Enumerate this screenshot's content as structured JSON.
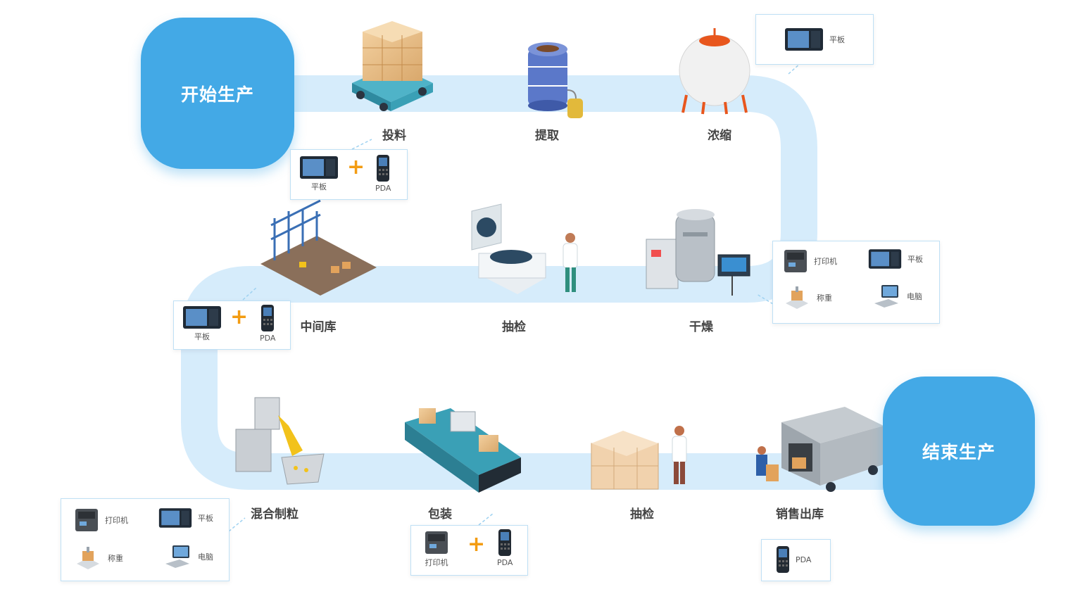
{
  "start": {
    "label": "开始生产"
  },
  "end": {
    "label": "结束生产"
  },
  "steps": {
    "feeding": "投料",
    "extraction": "提取",
    "concentration": "浓缩",
    "drying": "干燥",
    "sampling1": "抽检",
    "intermediate_store": "中间库",
    "mix_granulate": "混合制粒",
    "packaging": "包装",
    "sampling2": "抽检",
    "sales_outbound": "销售出库"
  },
  "devices": {
    "feeding": {
      "tablet": "平板",
      "pda": "PDA"
    },
    "concentration": {
      "tablet": "平板"
    },
    "drying": {
      "printer": "打印机",
      "tablet": "平板",
      "scale": "称重",
      "computer": "电脑"
    },
    "intermediate_store": {
      "tablet": "平板",
      "pda": "PDA"
    },
    "mix_granulate": {
      "printer": "打印机",
      "tablet": "平板",
      "scale": "称重",
      "computer": "电脑"
    },
    "packaging": {
      "printer": "打印机",
      "pda": "PDA"
    },
    "sales_outbound": {
      "pda": "PDA"
    }
  },
  "icons": {
    "start": "start-bubble",
    "end": "end-bubble",
    "feeding": "pallet-truck-icon",
    "extraction": "extraction-tank-icon",
    "concentration": "concentrator-sphere-icon",
    "drying": "dryer-machine-icon",
    "sampling1": "centrifuge-lab-icon",
    "intermediate_store": "warehouse-icon",
    "mix_granulate": "granulator-icon",
    "packaging": "conveyor-belt-icon",
    "sampling2": "boxes-inspector-icon",
    "sales_outbound": "delivery-van-icon"
  },
  "colors": {
    "track": "#d6ecfb",
    "bubble": "#43a9e6",
    "plus": "#f39c12",
    "box_border": "#bfe0f5"
  }
}
